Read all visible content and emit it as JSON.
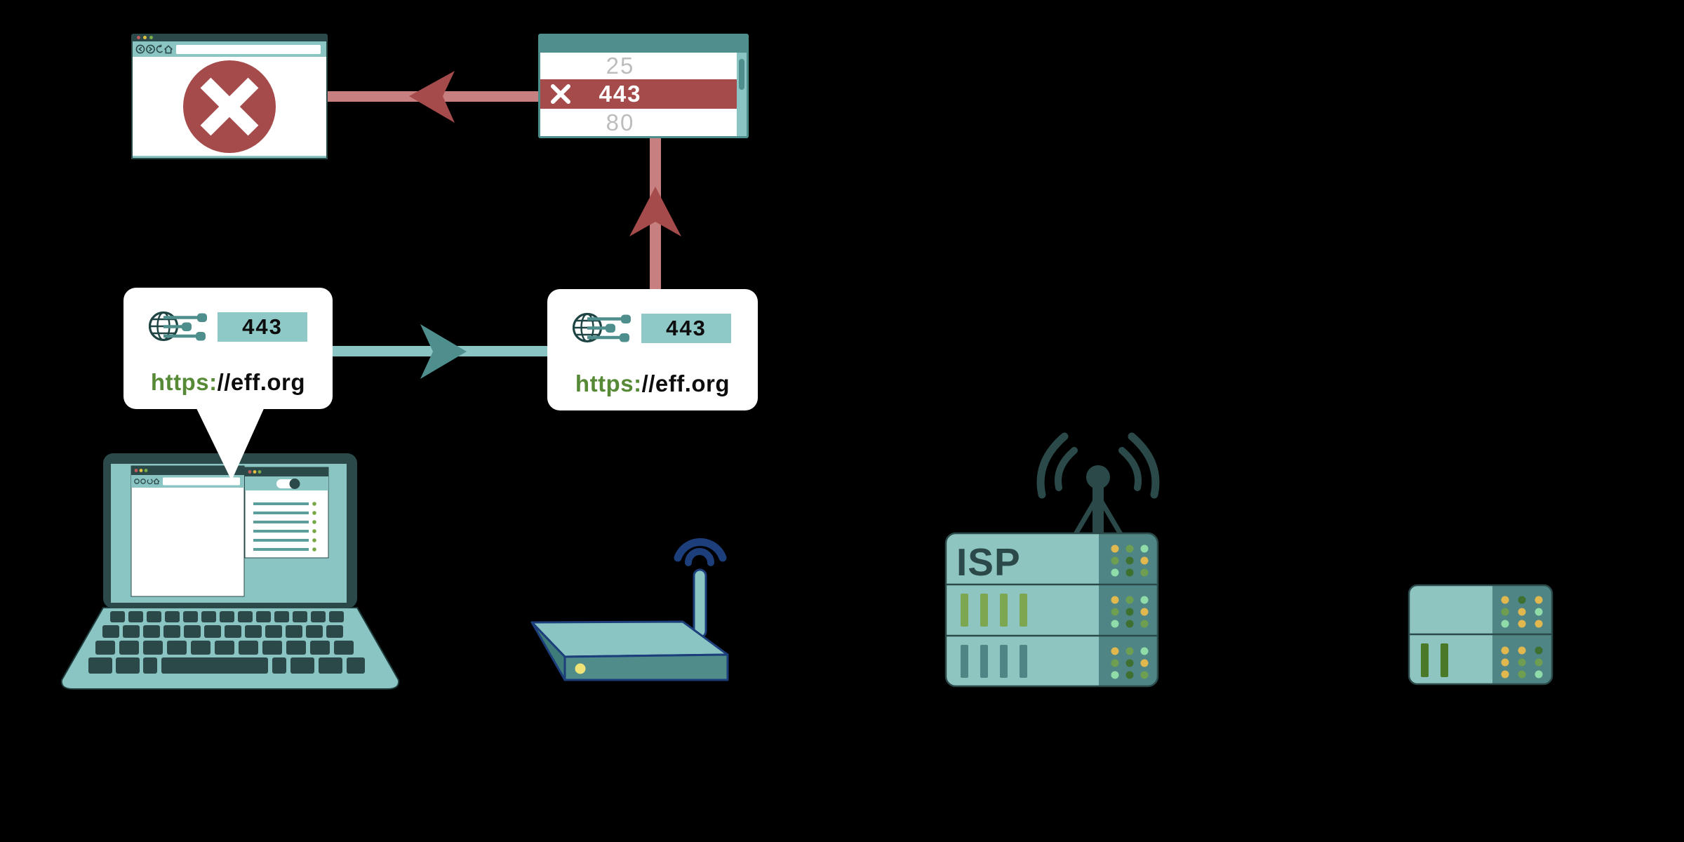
{
  "palette": {
    "background": "#000000",
    "dark_teal": "#2B4949",
    "teal": "#4E8F8D",
    "light_teal": "#8AC5C3",
    "badge_teal": "#8FC9C7",
    "panel_teal": "#4F8585",
    "server_body": "#8FC5C0",
    "blocked_red": "#A54B4B",
    "arrow_red_light": "#C77F7F",
    "port_gray": "#BDBDBD",
    "url_green": "#578A36",
    "dot_red": "#C25B5B",
    "dot_yellow": "#E2C13F",
    "dot_green": "#7BAE4A",
    "router_navy": "#1C3E7B",
    "led_yellow": "#EFE377",
    "bar_green": "#7CA64F",
    "grid_yellow": "#E0B84E",
    "grid_green": "#6E9E4F",
    "grid_dark_green": "#3E7030",
    "grid_mint": "#8FDCA8"
  },
  "port_list": {
    "rows": [
      {
        "port": "25",
        "blocked": false
      },
      {
        "port": "443",
        "blocked": true
      },
      {
        "port": "80",
        "blocked": false
      }
    ]
  },
  "laptop_request": {
    "port": "443",
    "url_scheme": "https:",
    "url_host": "//eff.org"
  },
  "router_request": {
    "port": "443",
    "url_scheme": "https:",
    "url_host": "//eff.org"
  },
  "isp": {
    "label": "ISP"
  },
  "icons": {
    "blocked_error": "x-in-circle",
    "blocked_row": "x-mark",
    "request": "globe-with-port-connectors",
    "browser_nav": [
      "back",
      "forward",
      "refresh",
      "home"
    ],
    "window_dots": [
      "close",
      "minimize",
      "maximize"
    ],
    "router": "wifi-router",
    "isp_server": "server-rack-with-antenna",
    "web_server": "server"
  }
}
